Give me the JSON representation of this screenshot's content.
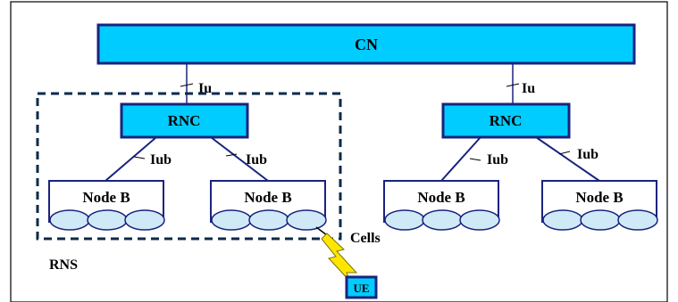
{
  "diagram": {
    "core": {
      "label": "CN"
    },
    "interfaces": {
      "iu": "Iu",
      "iub": "Iub"
    },
    "rnc": {
      "label": "RNC"
    },
    "node_b": {
      "label": "Node B"
    },
    "labels": {
      "rns": "RNS",
      "cells": "Cells",
      "ue": "UE"
    }
  },
  "colors": {
    "box_fill": "#00ccff",
    "box_stroke": "#1a237e",
    "line": "#1a237e",
    "cell_fill": "#cfe9f7",
    "cell_stroke": "#1a237e",
    "radio_link": "#ffe600",
    "dashed_border": "#0b2a4a",
    "frame": "#000000"
  }
}
